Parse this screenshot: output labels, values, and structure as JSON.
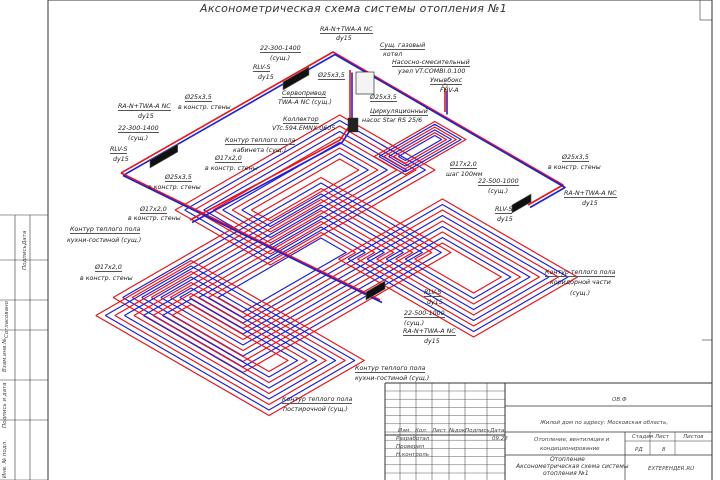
{
  "title": "Аксонометрическая схема системы отопления №1",
  "labels": {
    "ra_top": "RA-N+TWA-A NC",
    "dy15_top": "dy15",
    "rad_top": "22-300-1400",
    "rad_top_exist": "(сущ.)",
    "rlv_top": "RLV-S",
    "dy15_rlv_top": "dy15",
    "pipe_top": "Ø25x3,5",
    "boiler1": "Сущ. газовый",
    "boiler2": "котел",
    "mixing1": "Насосно-смесительный",
    "mixing2": "узел VT.COMBI.0.100",
    "vent": "Умывбокс",
    "fhv": "FHV-A",
    "pipe_mid": "Ø25x3,5",
    "servo1": "Сервопривод",
    "servo2": "TWA-A NC (сущ.)",
    "pump1": "Циркуляционный",
    "pump2": "насос Star RS 25/6",
    "collector1": "Коллектор",
    "collector2": "VTc.594.EMNX.0605",
    "ra_left": "RA-N+TWA-A NC",
    "dy15_left": "dy15",
    "pipe_left": "Ø25x3,5",
    "pipe_left_sub": "в констр. стены",
    "rad_left": "22-300-1400",
    "rad_left_exist": "(сущ.)",
    "rlv_left": "RLV-S",
    "dy15_rlv_left": "dy15",
    "office1": "Контур теплого пола",
    "office2": "кабинета (сущ.)",
    "pipe17_a": "Ø17x2,0",
    "pipe17_a_sub": "в констр. стены",
    "pipe25_b": "Ø25x3,5",
    "pipe25_b_sub": "в констр. стены",
    "pipe17_b": "Ø17x2,0",
    "pipe17_b_sub": "в констр. стены",
    "kitchen1": "Контур теплого пола",
    "kitchen2": "кухни-гостиной (сущ.)",
    "pipe17_c": "Ø17x2,0",
    "pipe17_c_sub": "в констр. стены",
    "bath_pipe": "Ø17x2,0",
    "bath_step": "шаг 100мм",
    "rad_right": "22-500-1000",
    "rad_right_exist": "(сущ.)",
    "pipe_right": "Ø25x3,5",
    "pipe_right_sub": "в констр. стены",
    "ra_right": "RA-N+TWA-A NC",
    "dy15_right": "dy15",
    "rlv_right": "RLV-S",
    "dy15_rlv_right": "dy15",
    "corr1": "Контур теплого пола",
    "corr2": "коридорной части",
    "corr3": "(сущ.)",
    "rlv_c": "RLV-S",
    "dy15_rlv_c": "dy15",
    "rad_c": "22-500-1000",
    "rad_c_exist": "(сущ.)",
    "ra_c": "RA-N+TWA-A NC",
    "dy15_c": "dy15",
    "kd1": "Контур теплого пола",
    "kd2": "кухни-гостиной (сущ.)",
    "bed1": "Контур теплого пола",
    "bed2": "постирочной (сущ.)"
  },
  "title_block": {
    "code_top": "ОВ.Ф",
    "object": "Жилой дом по адресу: Московская область,",
    "headers": [
      "Изм.",
      "Кол.",
      "Лист",
      "№док",
      "Подпись",
      "Дата"
    ],
    "roles": [
      "Разработал",
      "Проверил",
      "Н.контроль"
    ],
    "date": "09.22",
    "section1": "Отопление, вентиляция и",
    "section2": "кондиционирование",
    "stage_h": "Стадия",
    "sheet_h": "Лист",
    "sheets_h": "Листов",
    "stage": "РД",
    "sheet": "8",
    "drawing1": "Отопление",
    "drawing2": "Аксонометрическая схема системы",
    "drawing3": "отопления №1",
    "org": "ЕХТЕРЕНДЕR.RU"
  },
  "margin": {
    "inv": "Инв. № подл.",
    "sign_date": "Подпись и дата",
    "vz_inv": "Взам.инв.№",
    "agreed": "Согласовано",
    "podp": "Подпись",
    "date": "Дата"
  },
  "colors": {
    "supply": "#e8141c",
    "return": "#1a22d8",
    "frame": "#333333"
  }
}
